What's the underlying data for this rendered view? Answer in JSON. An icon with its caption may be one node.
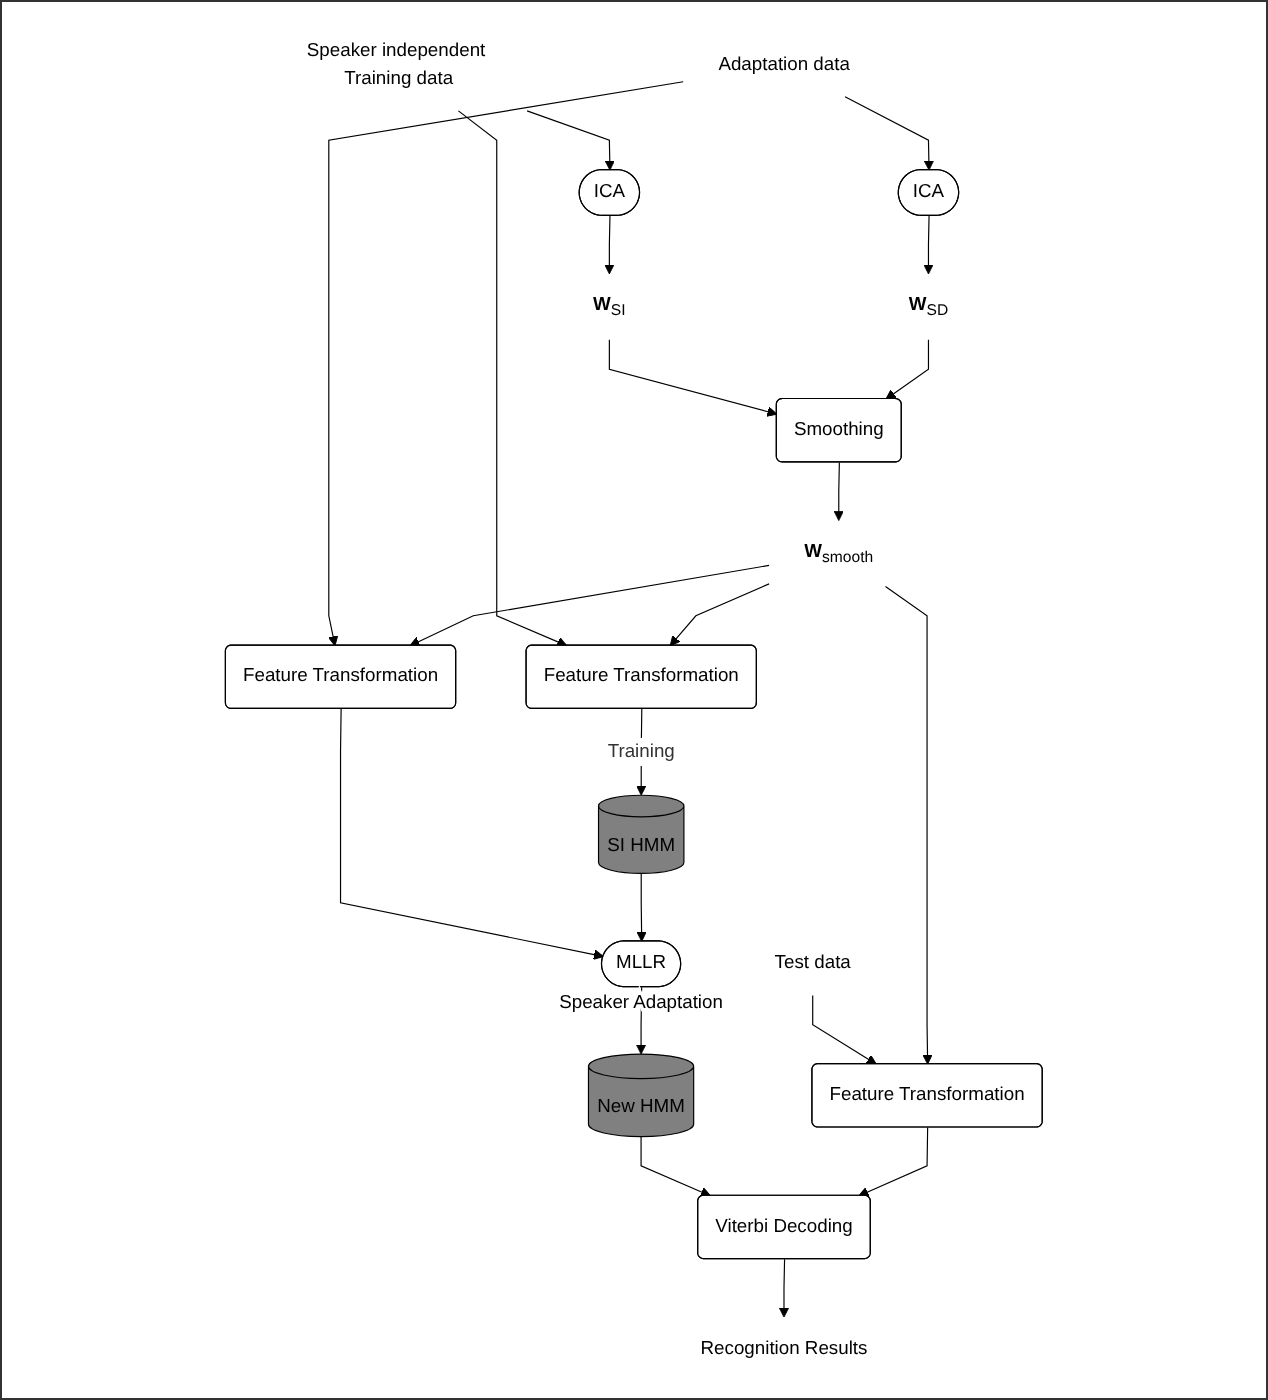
{
  "diagram": {
    "nodes": [
      {
        "text": [
          "Speaker independent Training data"
        ]
      },
      {
        "text": [
          "Adaptation data"
        ]
      },
      {
        "text": [
          "ICA"
        ]
      },
      {
        "text": [
          "ICA"
        ]
      },
      {
        "text": [
          "**W**$_{SI}$"
        ]
      },
      {
        "text": [
          "**W**$_{SD}$"
        ]
      },
      {
        "text": [
          "Smoothing"
        ]
      },
      {
        "text": [
          "Test data"
        ]
      },
      {
        "text": [
          "Feature Transformation"
        ]
      },
      {
        "text": [
          "**W**$_{smooth}$"
        ]
      },
      {
        "text": [
          "Feature Transformation"
        ]
      },
      {
        "text": [
          "Feature Transformation"
        ]
      },
      {
        "text": [
          "SI HMM"
        ]
      },
      {
        "text": [
          "MLLR"
        ],
        "beside": [
          "Speaker Adaptation"
        ]
      },
      {
        "text": [
          "New HMM"
        ]
      },
      {
        "text": [
          "Viterbi Decoding"
        ]
      },
      {
        "text": [
          "Recognition Results"
        ]
      }
    ],
    "edges": [
      {
        "from": 0,
        "to": 2,
        "arrow": "to"
      },
      {
        "from": 1,
        "to": 3,
        "arrow": "to"
      },
      {
        "from": 2,
        "to": 4,
        "arrow": "to"
      },
      {
        "from": 3,
        "to": 5,
        "arrow": "to"
      },
      {
        "from": 4,
        "to": 6,
        "arrow": "to"
      },
      {
        "from": 5,
        "to": 6,
        "arrow": "to"
      },
      {
        "from": 0,
        "to": 8,
        "arrow": "to"
      },
      {
        "from": 1,
        "to": 10,
        "arrow": "to"
      },
      {
        "from": 7,
        "to": 11,
        "arrow": "to"
      },
      {
        "from": 6,
        "to": 9,
        "arrow": "to"
      },
      {
        "from": 9,
        "to": 8,
        "arrow": "to"
      },
      {
        "from": 9,
        "to": 10,
        "arrow": "to"
      },
      {
        "from": 9,
        "to": 11,
        "arrow": "to"
      },
      {
        "from": 8,
        "to": 12,
        "label": "Training",
        "arrow": "to"
      },
      {
        "from": 10,
        "to": 13,
        "arrow": "to"
      },
      {
        "from": 12,
        "to": 13,
        "arrow": "to"
      },
      {
        "from": 13,
        "to": 14,
        "arrow": "to"
      },
      {
        "from": 14,
        "to": 15,
        "arrow": "to"
      },
      {
        "from": 11,
        "to": 15,
        "arrow": "to"
      },
      {
        "from": 15,
        "to": 16,
        "arrow": "to"
      }
    ]
  }
}
